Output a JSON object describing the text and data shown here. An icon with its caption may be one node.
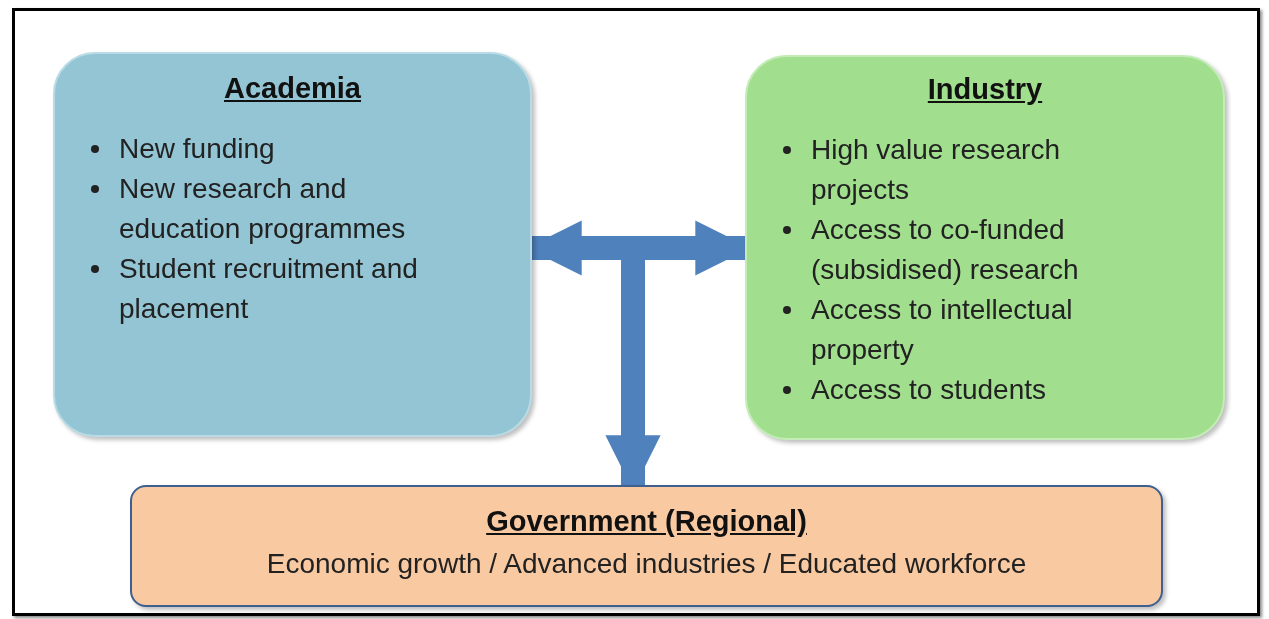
{
  "diagram": {
    "nodes": [
      {
        "text": [
          "Academia",
          "New funding",
          "New research and education programmes",
          "Student recruitment and placement"
        ]
      },
      {
        "text": [
          "Industry",
          "High value research projects",
          "Access to co-funded (subsidised) research",
          "Access to intellectual property",
          "Access to students"
        ]
      },
      {
        "text": [
          "Government (Regional)",
          "Economic growth / Advanced industries / Educated workforce"
        ]
      }
    ],
    "edges": [
      {
        "from": 0,
        "to": 1,
        "arrow": "both"
      },
      {
        "from": null,
        "to": 2,
        "arrow": "to"
      }
    ]
  }
}
